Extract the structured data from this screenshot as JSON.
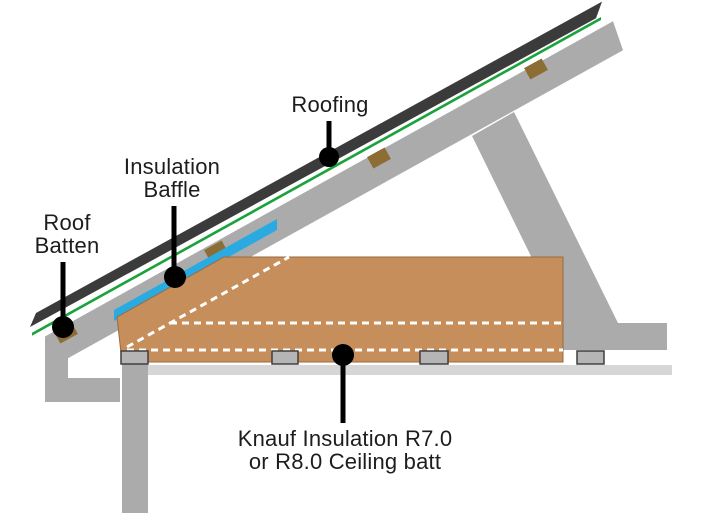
{
  "diagram": {
    "callouts": {
      "roofing": {
        "label": "Roofing"
      },
      "insulation_baffle": {
        "line1": "Insulation",
        "line2": "Baffle"
      },
      "roof_batten": {
        "line1": "Roof",
        "line2": "Batten"
      },
      "knauf": {
        "line1": "Knauf Insulation R7.0",
        "line2": "or R8.0 Ceiling batt"
      }
    },
    "colors": {
      "roofing_dark": "#3b3b3b",
      "sarking_green": "#1aa23d",
      "frame_gray": "#ababab",
      "ceiling_gray": "#d6d6d6",
      "ceiling_batten_gray": "#b5b5b5",
      "ceiling_batten_outline": "#3f3f3f",
      "insulation_tan": "#c68e5a",
      "insulation_edge": "#9a6a3c",
      "roof_batten_brown": "#8c6d33",
      "baffle_blue": "#29abe2",
      "dashed_line": "#ffffff",
      "callout_black": "#000000",
      "text": "#1d1d1d"
    }
  }
}
